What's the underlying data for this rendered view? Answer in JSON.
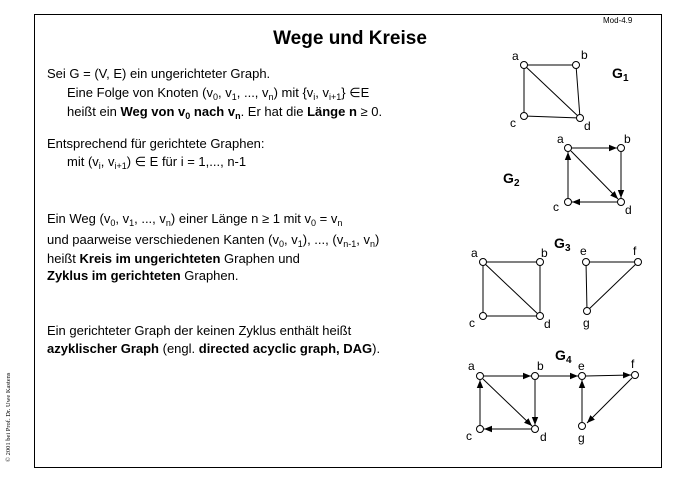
{
  "slide_id": "Mod-4.9",
  "title": "Wege und Kreise",
  "copyright": "© 2001 bei Prof. Dr. Uwe Kastens",
  "text": {
    "l1": "Sei G = (V, E) ein ungerichteter Graph.",
    "l2a": "Eine Folge von Knoten (v",
    "l2b": ", v",
    "l2c": ", ..., v",
    "l2d": ") mit {v",
    "l2e": ", v",
    "l2f": "} ∈E",
    "l3a": "heißt ein ",
    "l3b": "Weg von v",
    "l3c": " nach v",
    "l3d": ". Er hat die ",
    "l3e": "Länge n",
    "l3f": " ≥ 0.",
    "l4": "Entsprechend für gerichtete Graphen:",
    "l5a": "mit (v",
    "l5b": ", v",
    "l5c": ") ∈ E für i = 1,..., n-1",
    "l6a": "Ein Weg (v",
    "l6b": ", v",
    "l6c": ", ..., v",
    "l6d": ") einer Länge n ≥ 1 mit v",
    "l6e": " = v",
    "l7a": "und paarweise verschiedenen Kanten (v",
    "l7b": ", v",
    "l7c": "), ..., (v",
    "l7d": ", v",
    "l7e": ")",
    "l8a": "heißt ",
    "l8b": "Kreis im ungerichteten",
    "l8c": " Graphen und",
    "l9a": "Zyklus im gerichteten",
    "l9b": " Graphen.",
    "l10": "Ein gerichteter Graph der keinen Zyklus enthält heißt",
    "l11a": "azyklischer Graph",
    "l11b": " (engl. ",
    "l11c": "directed acyclic graph, DAG",
    "l11d": ")."
  },
  "subscripts": {
    "zero": "0",
    "one": "1",
    "n": "n",
    "i": "i",
    "i1": "i+1",
    "n1": "n-1"
  },
  "graphs": {
    "g1": {
      "label": "G",
      "sub": "1"
    },
    "g2": {
      "label": "G",
      "sub": "2"
    },
    "g3": {
      "label": "G",
      "sub": "3"
    },
    "g4": {
      "label": "G",
      "sub": "4"
    },
    "nodes": {
      "a": "a",
      "b": "b",
      "c": "c",
      "d": "d",
      "e": "e",
      "f": "f",
      "g": "g"
    }
  }
}
